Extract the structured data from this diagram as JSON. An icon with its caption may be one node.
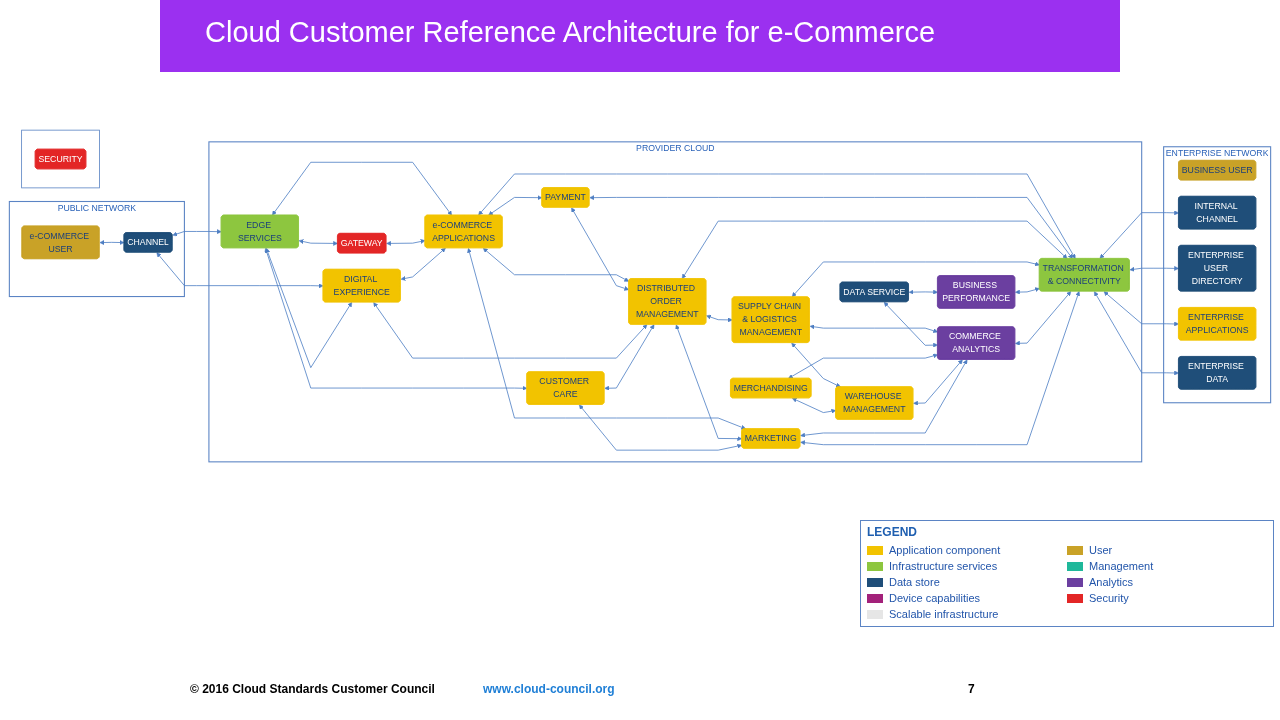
{
  "diagram": {
    "title": "Cloud Customer Reference Architecture for e-Commerce",
    "nodes": [
      {
        "text": [
          "PUBLIC NETWORK"
        ]
      },
      {
        "text": [
          "PROVIDER CLOUD"
        ]
      },
      {
        "text": [
          "ENTERPRISE NETWORK"
        ]
      },
      {
        "text": [
          "e-COMMERCE USER"
        ],
        "in": 0
      },
      {
        "text": [
          "CHANNEL"
        ],
        "in": 0
      },
      {
        "text": [
          "GATEWAY"
        ],
        "in": 1
      },
      {
        "text": [
          "e-COMMERCE APPLICATIONS"
        ],
        "in": 1
      },
      {
        "text": [
          "PAYMENT"
        ],
        "in": 1
      },
      {
        "text": [
          "SUPPLY CHAIN & LOGISTICS MANAGEMENT"
        ],
        "in": 1
      },
      {
        "text": [
          "DATA SERVICE"
        ],
        "in": 1
      },
      {
        "text": [
          "EDGE SERVICES"
        ],
        "in": 1
      },
      {
        "text": [
          "DIGITAL EXPERIENCE"
        ],
        "in": 1
      },
      {
        "text": [
          "DISTRIBUTED ORDER MANAGEMENT"
        ],
        "in": 1
      },
      {
        "text": [
          "MERCHANDISING"
        ],
        "in": 1
      },
      {
        "text": [
          "BUSINESS PERFORMANCE"
        ],
        "in": 1
      },
      {
        "text": [
          "TRANSFORMATION & CONNECTIVITY"
        ],
        "in": 1
      },
      {
        "text": [
          "CUSTOMER CARE"
        ],
        "in": 1
      },
      {
        "text": [
          "WAREHOUSE MANAGEMENT"
        ],
        "in": 1
      },
      {
        "text": [
          "COMMERCE ANALYTICS"
        ],
        "in": 1
      },
      {
        "text": [
          "MARKETING"
        ],
        "in": 1
      },
      {
        "text": [
          "BUSINESS USER"
        ],
        "in": 2
      },
      {
        "text": [
          "INTERNAL CHANNEL"
        ],
        "in": 2
      },
      {
        "text": [
          "ENTERPRISE USER DIRECTORY"
        ],
        "in": 2
      },
      {
        "text": [
          "ENTERPRISE APPLICATIONS"
        ],
        "in": 2
      },
      {
        "text": [
          "ENTERPRISE DATA"
        ],
        "in": 2
      },
      {
        "text": [],
        "shape": "box"
      },
      {
        "text": [
          "SECURITY"
        ],
        "in": 25
      }
    ],
    "edges": [
      {
        "from": 3,
        "to": 4,
        "arrow": "both"
      },
      {
        "from": 4,
        "to": 10,
        "arrow": "both"
      },
      {
        "from": 4,
        "to": 11,
        "arrow": "both"
      },
      {
        "from": 10,
        "to": 5,
        "arrow": "both"
      },
      {
        "from": 10,
        "to": 6,
        "arrow": "both"
      },
      {
        "from": 5,
        "to": 6,
        "arrow": "both"
      },
      {
        "from": 10,
        "to": 11,
        "arrow": "both"
      },
      {
        "from": 10,
        "to": 16,
        "arrow": "both"
      },
      {
        "from": 6,
        "to": 7,
        "arrow": "both"
      },
      {
        "from": 6,
        "to": 11,
        "arrow": "both"
      },
      {
        "from": 6,
        "to": 12,
        "arrow": "both"
      },
      {
        "from": 6,
        "to": 19,
        "arrow": "both"
      },
      {
        "from": 15,
        "to": 6,
        "arrow": "both"
      },
      {
        "from": 7,
        "to": 12,
        "arrow": "both"
      },
      {
        "from": 15,
        "to": 7,
        "arrow": "both"
      },
      {
        "from": 15,
        "to": 12,
        "arrow": "both"
      },
      {
        "from": 11,
        "to": 12,
        "arrow": "both"
      },
      {
        "from": 8,
        "to": 12,
        "arrow": "both"
      },
      {
        "from": 8,
        "to": 17,
        "arrow": "both"
      },
      {
        "from": 8,
        "to": 15,
        "arrow": "both"
      },
      {
        "from": 8,
        "to": 18,
        "arrow": "both"
      },
      {
        "from": 9,
        "to": 18,
        "arrow": "both"
      },
      {
        "from": 9,
        "to": 14,
        "arrow": "both"
      },
      {
        "from": 14,
        "to": 15,
        "arrow": "both"
      },
      {
        "from": 12,
        "to": 16,
        "arrow": "both"
      },
      {
        "from": 13,
        "to": 17,
        "arrow": "both"
      },
      {
        "from": 13,
        "to": 18,
        "arrow": "both"
      },
      {
        "from": 17,
        "to": 18,
        "arrow": "both"
      },
      {
        "from": 12,
        "to": 19,
        "arrow": "both"
      },
      {
        "from": 16,
        "to": 19,
        "arrow": "both"
      },
      {
        "from": 18,
        "to": 19,
        "arrow": "both"
      },
      {
        "from": 15,
        "to": 18,
        "arrow": "both"
      },
      {
        "from": 15,
        "to": 19,
        "arrow": "both"
      },
      {
        "from": 15,
        "to": 21,
        "arrow": "both"
      },
      {
        "from": 15,
        "to": 22,
        "arrow": "both"
      },
      {
        "from": 15,
        "to": 23,
        "arrow": "both"
      },
      {
        "from": 15,
        "to": 24,
        "arrow": "both"
      }
    ],
    "labels": [
      "LEGEND",
      "© 2016 Cloud Standards Customer Council",
      "www.cloud-council.org",
      "7"
    ],
    "legend": [
      {
        "text": "Application component",
        "color": "#f2c300"
      },
      {
        "text": "User",
        "color": "#c9a227"
      },
      {
        "text": "Infrastructure services",
        "color": "#8dc63f"
      },
      {
        "text": "Management",
        "color": "#1fb89a"
      },
      {
        "text": "Data store",
        "color": "#1f4e79"
      },
      {
        "text": "Analytics",
        "color": "#6b3fa0"
      },
      {
        "text": "Device capabilities",
        "color": "#a3217a"
      },
      {
        "text": "Security",
        "color": "#e32626"
      },
      {
        "text": "Scalable infrastructure",
        "color": "#e6e6e6"
      }
    ]
  }
}
